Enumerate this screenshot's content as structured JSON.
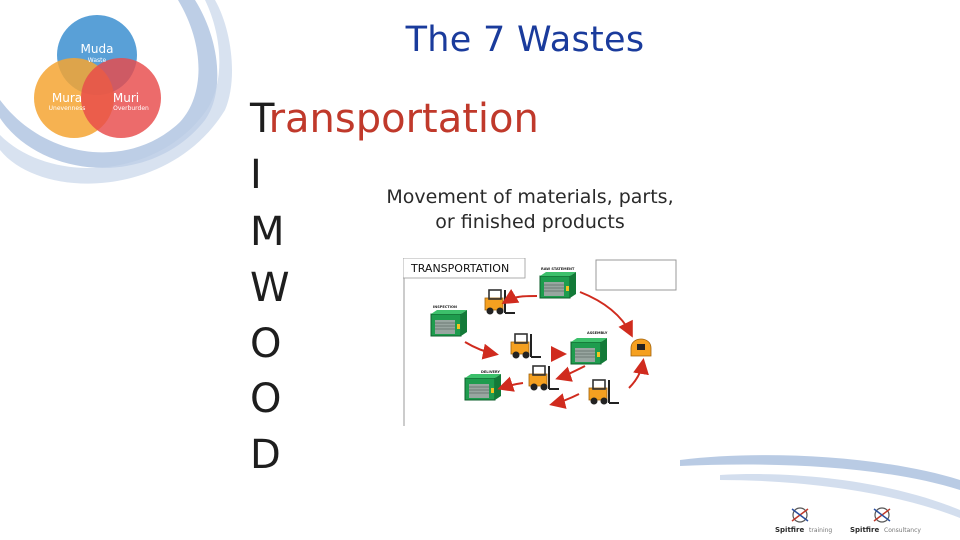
{
  "slide": {
    "title": "The 7 Wastes",
    "acronym": {
      "first_letter": "T",
      "first_rest": "ransportation",
      "letters": [
        "I",
        "M",
        "W",
        "O",
        "O",
        "D"
      ]
    },
    "description_lines": [
      "Movement of materials, parts,",
      "or finished products"
    ]
  },
  "venn": {
    "top": {
      "title": "Muda",
      "subtitle": "Waste",
      "color": "#3c8fd0"
    },
    "left": {
      "title": "Mura",
      "subtitle": "Unevenness",
      "color": "#f5a532"
    },
    "right": {
      "title": "Muri",
      "subtitle": "Overburden",
      "color": "#e84a4a"
    }
  },
  "diagram": {
    "header": "TRANSPORTATION",
    "stations": [
      "RAW STATEMENT",
      "INSPECTION",
      "ASSEMBLY",
      "DELIVERY"
    ]
  },
  "footer": {
    "logo_left": {
      "brand": "Spitfire",
      "suffix": "training"
    },
    "logo_right": {
      "brand": "Spitfire",
      "suffix": "Consultancy"
    }
  }
}
